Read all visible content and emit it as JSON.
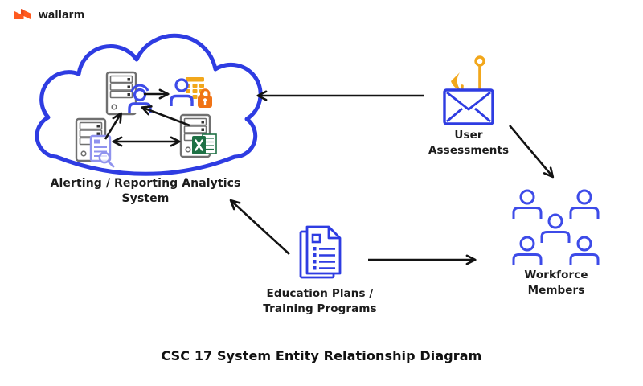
{
  "brand": {
    "logo_text": "wallarm",
    "logo_color": "#ff5a1f"
  },
  "title": "CSC 17 System Entity Relationship Diagram",
  "nodes": {
    "analytics": {
      "label": "Alerting / Reporting Analytics System",
      "container": "cloud",
      "icons": [
        "server-headset-user-icon",
        "user-keypad-lock-icon",
        "server-document-search-icon",
        "server-excel-icon"
      ]
    },
    "assessments": {
      "label": "User Assessments",
      "icon": "phishing-envelope-hook-icon"
    },
    "education": {
      "label": "Education Plans / Training Programs",
      "icon": "stacked-documents-icon"
    },
    "workforce": {
      "label": "Workforce Members",
      "icon": "people-group-icon",
      "people_count": 5
    }
  },
  "edges": [
    {
      "from": "assessments",
      "to": "analytics",
      "style": "arrow-left"
    },
    {
      "from": "assessments",
      "to": "workforce",
      "style": "arrow-down-right"
    },
    {
      "from": "education",
      "to": "analytics",
      "style": "arrow-up-left"
    },
    {
      "from": "education",
      "to": "workforce",
      "style": "arrow-right"
    },
    {
      "from": "server-headset-user",
      "to": "user-keypad-lock",
      "style": "arrow-right"
    },
    {
      "from": "server-document-search",
      "to": "server-headset-user",
      "style": "arrow-up-right"
    },
    {
      "from": "server-excel",
      "to": "server-headset-user",
      "style": "arrow-up-left"
    },
    {
      "from": "server-document-search",
      "to": "server-excel",
      "style": "arrow-both"
    }
  ],
  "colors": {
    "background": "#ffffff",
    "cloud_blue": "#2e3ce2",
    "icon_blue": "#3d4be8",
    "doc_purple": "#9093ee",
    "gold": "#f2a71b",
    "lock_orange": "#f07316",
    "logo_orange": "#ff5a1f",
    "excel_green": "#1e7145",
    "server_gray": "#707070",
    "arrow_black": "#131313",
    "text_dark": "#1c1c1c"
  }
}
